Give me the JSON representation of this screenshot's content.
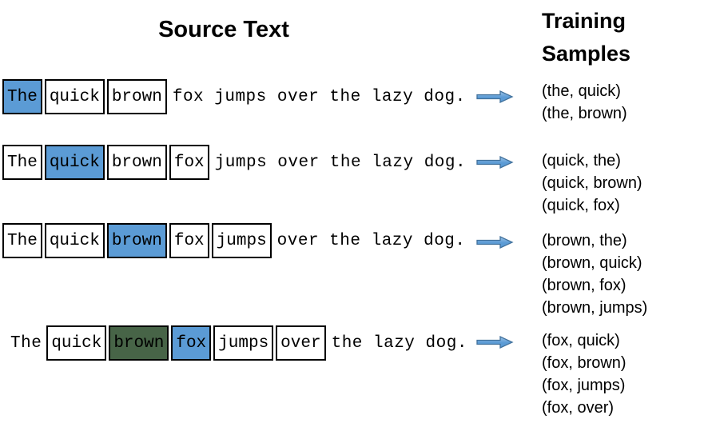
{
  "titles": {
    "source": "Source Text",
    "training": "Training Samples"
  },
  "colors": {
    "highlight_blue": "#5B9BD5",
    "highlight_green": "#476447",
    "arrow_fill": "#5B9BD5",
    "arrow_fill_light": "#9DC3E6",
    "arrow_stroke": "#41719C",
    "box_border": "#000000"
  },
  "diagram": {
    "rows": [
      {
        "leading_text": "",
        "boxes": [
          {
            "word": "The",
            "style": "blue"
          },
          {
            "word": "quick",
            "style": "plain"
          },
          {
            "word": "brown",
            "style": "plain"
          }
        ],
        "trailing_text": "fox jumps over the lazy dog.",
        "samples": [
          "(the, quick)",
          "(the, brown)"
        ]
      },
      {
        "leading_text": "",
        "boxes": [
          {
            "word": "The",
            "style": "plain"
          },
          {
            "word": "quick",
            "style": "blue"
          },
          {
            "word": "brown",
            "style": "plain"
          },
          {
            "word": "fox",
            "style": "plain"
          }
        ],
        "trailing_text": "jumps over the lazy dog.",
        "samples": [
          "(quick, the)",
          "(quick, brown)",
          "(quick, fox)"
        ]
      },
      {
        "leading_text": "",
        "boxes": [
          {
            "word": "The",
            "style": "plain"
          },
          {
            "word": "quick",
            "style": "plain"
          },
          {
            "word": "brown",
            "style": "blue"
          },
          {
            "word": "fox",
            "style": "plain"
          },
          {
            "word": "jumps",
            "style": "plain"
          }
        ],
        "trailing_text": "over the lazy dog.",
        "samples": [
          "(brown, the)",
          "(brown, quick)",
          "(brown, fox)",
          "(brown, jumps)"
        ]
      },
      {
        "leading_text": "The",
        "boxes": [
          {
            "word": "quick",
            "style": "plain"
          },
          {
            "word": "brown",
            "style": "green"
          },
          {
            "word": "fox",
            "style": "blue"
          },
          {
            "word": "jumps",
            "style": "plain"
          },
          {
            "word": "over",
            "style": "plain"
          }
        ],
        "trailing_text": "the lazy dog.",
        "samples": [
          "(fox, quick)",
          "(fox, brown)",
          "(fox, jumps)",
          "(fox, over)"
        ]
      }
    ]
  }
}
